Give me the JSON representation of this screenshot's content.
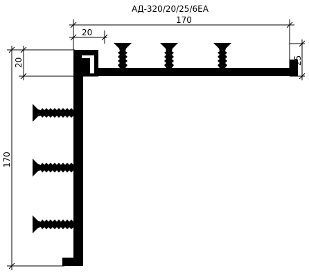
{
  "title": "АД-320/20/25/6ЕА",
  "dimensions": {
    "top_overall": "170",
    "top_corner": "20",
    "left_corner": "20",
    "right_height": "25",
    "left_overall": "170"
  },
  "colors": {
    "profile": "#000000",
    "background": "#ffffff"
  }
}
